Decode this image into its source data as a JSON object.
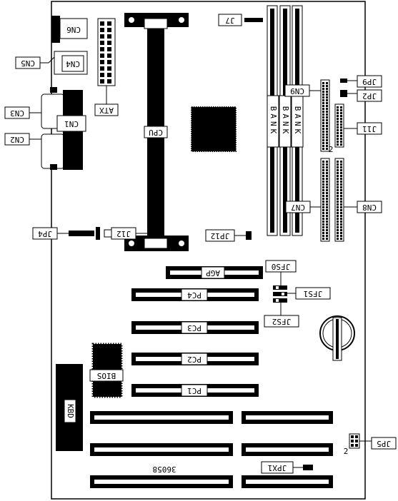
{
  "labels": {
    "cn6": "CN6",
    "cn5": "CN5",
    "cn4": "CN4",
    "cn3": "CN3",
    "cn1": "CN1",
    "cn2": "CN2",
    "atx": "ATX",
    "cpu": "CPU",
    "j7": "J7",
    "cn9": "CN9",
    "jp9": "JP9",
    "jp2": "JP2",
    "j11": "J11",
    "cn7": "CN7",
    "cn8": "CN8",
    "jp4": "JP4",
    "j12": "J12",
    "jp12": "JP12",
    "agp": "AGP",
    "jfs0": "JFS0",
    "jfs1": "JFS1",
    "jfs2": "JFS2",
    "pc1": "PC1",
    "pc2": "PC2",
    "pc3": "PC3",
    "pc4": "PC4",
    "bios": "BIOS",
    "kbd": "KBD",
    "jp5": "JP5",
    "jp5_pin": "2",
    "jpx1": "JPX1",
    "j11_pin": "2",
    "bank1": "BANK",
    "bank2": "BANK",
    "bank3": "BANK",
    "part_number": "36058"
  }
}
